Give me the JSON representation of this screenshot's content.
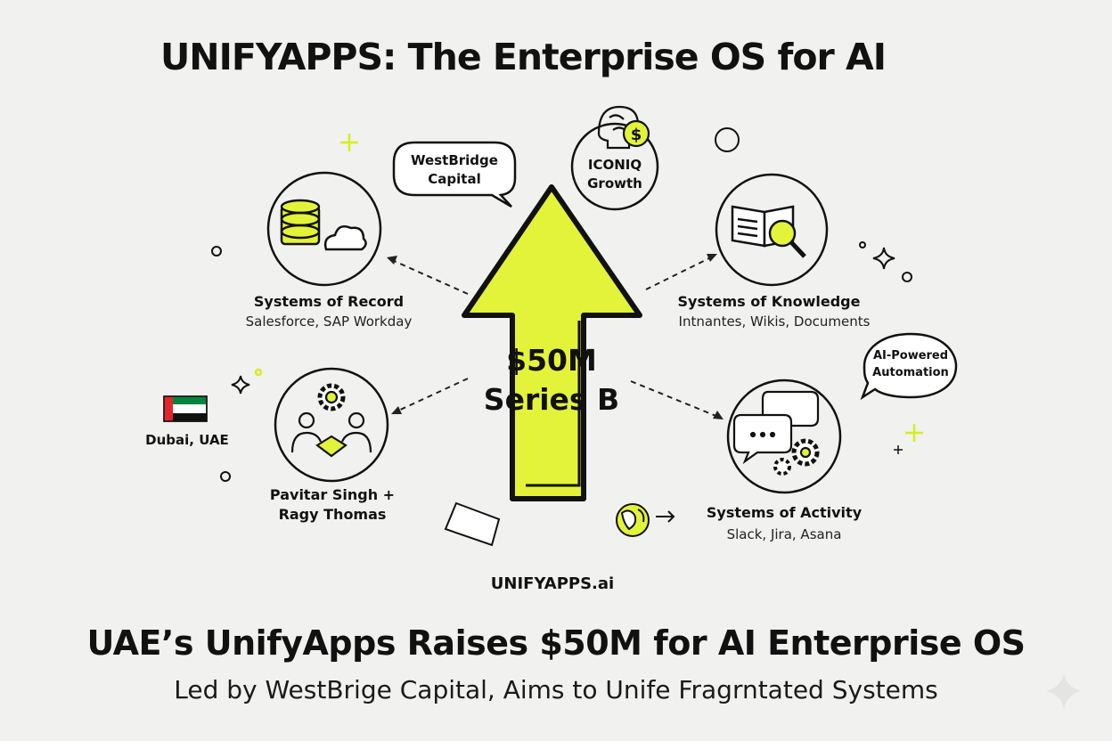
{
  "title": "UNIFYAPPS: The Enterprise OS for AI",
  "bubbles": {
    "westbridge": "WestBridge\nCapital",
    "iconiq": "ICONIQ\nGrowth",
    "automation": "AI-Powered\nAutomation"
  },
  "raise": {
    "amount": "$50M",
    "round": "Series B"
  },
  "systems": {
    "record": {
      "label": "Systems of Record",
      "sub": "Salesforce, SAP Workday"
    },
    "knowledge": {
      "label": "Systems of Knowledge",
      "sub": "Intnantes, Wikis, Documents"
    },
    "activity": {
      "label": "Systems of Activity",
      "sub": "Slack, Jira, Asana"
    }
  },
  "founders": "Pavitar Singh +\nRagy Thomas",
  "location": "Dubai, UAE",
  "site": "UNIFYAPPS.ai",
  "headline": "UAE’s UnifyApps Raises $50M for AI Enterprise OS",
  "subheadline": "Led by WestBrige Capital, Aims to Unife Fragrntated Systems",
  "colors": {
    "accent": "#e3f33a",
    "ink": "#111111",
    "background": "#f1f1ef"
  },
  "icons": [
    "database-cloud-icon",
    "book-magnifier-icon",
    "brain-dollar-icon",
    "gear-handshake-icon",
    "chat-gears-icon",
    "globe-icon",
    "uae-flag-icon"
  ]
}
